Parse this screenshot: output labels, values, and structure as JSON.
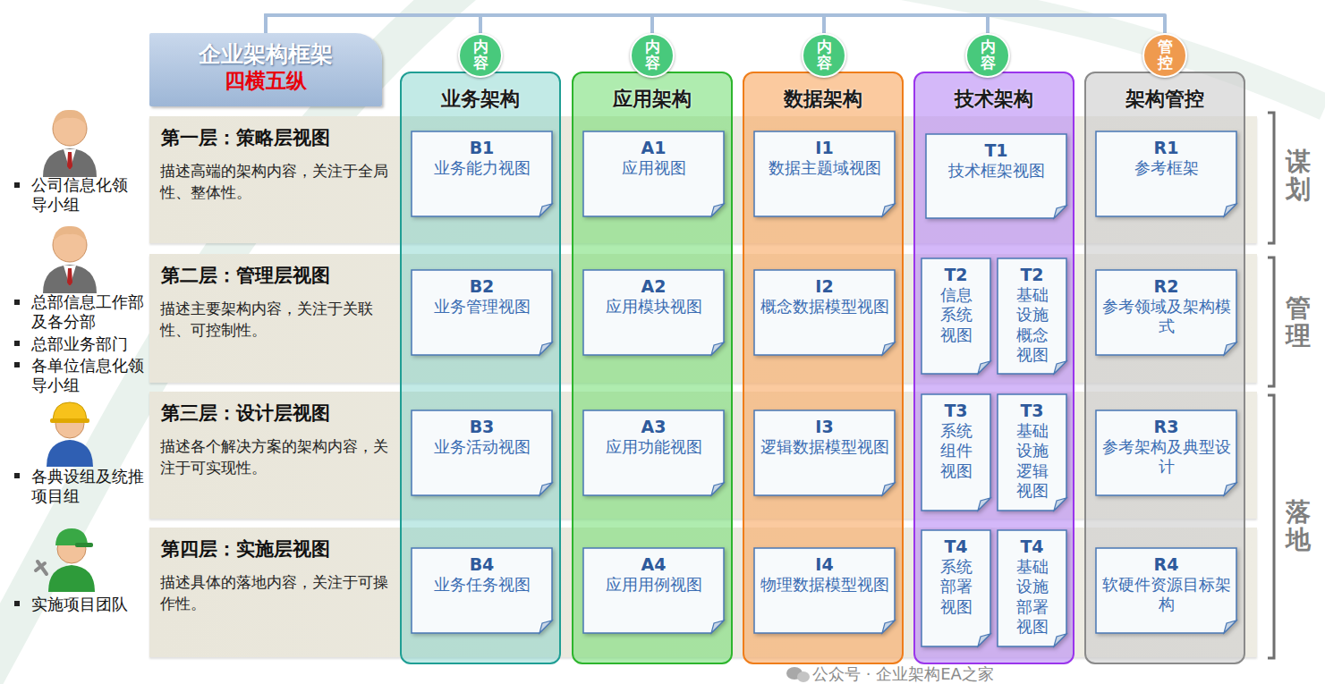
{
  "diagram": {
    "nodes": [
      {
        "text": [
          "企业架构框架",
          "四横五纵"
        ]
      },
      {
        "text": [
          "内容"
        ]
      },
      {
        "text": [
          "内容"
        ]
      },
      {
        "text": [
          "内容"
        ]
      },
      {
        "text": [
          "内容"
        ]
      },
      {
        "text": [
          "管控"
        ]
      },
      {
        "text": [
          "业务架构"
        ]
      },
      {
        "text": [
          "应用架构"
        ]
      },
      {
        "text": [
          "数据架构"
        ]
      },
      {
        "text": [
          "技术架构"
        ]
      },
      {
        "text": [
          "架构管控"
        ]
      },
      {
        "text": [
          "第一层：策略层视图",
          "描述高端的架构内容，关注于全局性、整体性。"
        ]
      },
      {
        "text": [
          "第二层：管理层视图",
          "描述主要架构内容，关注于关联性、可控制性。"
        ]
      },
      {
        "text": [
          "第三层：设计层视图",
          "描述各个解决方案的架构内容，关注于可实现性。"
        ]
      },
      {
        "text": [
          "第四层：实施层视图",
          "描述具体的落地内容，关注于可操作性。"
        ]
      },
      {
        "text": [
          "B1",
          "业务能力视图"
        ],
        "in": 6
      },
      {
        "text": [
          "B2",
          "业务管理视图"
        ],
        "in": 6
      },
      {
        "text": [
          "B3",
          "业务活动视图"
        ],
        "in": 6
      },
      {
        "text": [
          "B4",
          "业务任务视图"
        ],
        "in": 6
      },
      {
        "text": [
          "A1",
          "应用视图"
        ],
        "in": 7
      },
      {
        "text": [
          "A2",
          "应用模块视图"
        ],
        "in": 7
      },
      {
        "text": [
          "A3",
          "应用功能视图"
        ],
        "in": 7
      },
      {
        "text": [
          "A4",
          "应用用例视图"
        ],
        "in": 7
      },
      {
        "text": [
          "I1",
          "数据主题域视图"
        ],
        "in": 8
      },
      {
        "text": [
          "I2",
          "概念数据模型视图"
        ],
        "in": 8
      },
      {
        "text": [
          "I3",
          "逻辑数据模型视图"
        ],
        "in": 8
      },
      {
        "text": [
          "I4",
          "物理数据模型视图"
        ],
        "in": 8
      },
      {
        "text": [
          "T1",
          "技术框架视图"
        ],
        "in": 9
      },
      {
        "text": [
          "T2",
          "信息系统视图"
        ],
        "in": 9
      },
      {
        "text": [
          "T2",
          "基础设施概念视图"
        ],
        "in": 9
      },
      {
        "text": [
          "T3",
          "系统组件视图"
        ],
        "in": 9
      },
      {
        "text": [
          "T3",
          "基础设施逻辑视图"
        ],
        "in": 9
      },
      {
        "text": [
          "T4",
          "系统部署视图"
        ],
        "in": 9
      },
      {
        "text": [
          "T4",
          "基础设施部署视图"
        ],
        "in": 9
      },
      {
        "text": [
          "R1",
          "参考框架"
        ],
        "in": 10
      },
      {
        "text": [
          "R2",
          "参考领域及架构模式"
        ],
        "in": 10
      },
      {
        "text": [
          "R3",
          "参考架构及典型设计"
        ],
        "in": 10
      },
      {
        "text": [
          "R4",
          "软硬件资源目标架构"
        ],
        "in": 10
      }
    ],
    "edges": [
      {
        "from": 0,
        "to": 1,
        "arrow": "none"
      },
      {
        "from": 0,
        "to": 2,
        "arrow": "none"
      },
      {
        "from": 0,
        "to": 3,
        "arrow": "none"
      },
      {
        "from": 0,
        "to": 4,
        "arrow": "none"
      },
      {
        "from": 0,
        "to": 5,
        "arrow": "none"
      }
    ],
    "labels": [
      "公司信息化领导小组",
      "总部信息工作部及各分部",
      "总部业务部门",
      "各单位信息化领导小组",
      "各典设组及统推项目组",
      "实施项目团队",
      "谋划",
      "管理",
      "落地",
      "公众号 · 企业架构EA之家"
    ]
  }
}
